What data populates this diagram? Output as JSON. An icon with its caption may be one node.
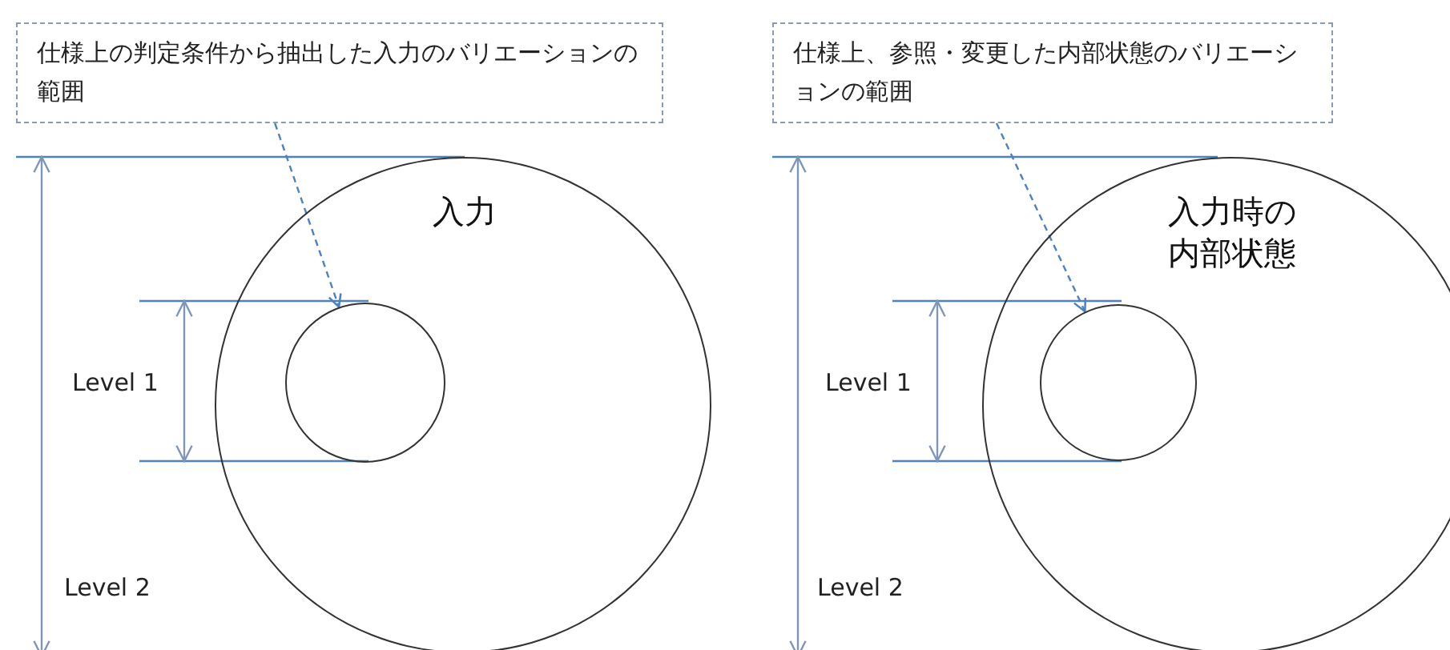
{
  "diagram": {
    "nodes": [
      {
        "text": [
          "仕様上の判定条件から抽出した入力のバリエーションの範囲"
        ]
      },
      {
        "text": [
          "入力"
        ]
      },
      {
        "text": [],
        "shape": "circle",
        "in": 1
      },
      {
        "text": [
          "仕様上、参照・変更した内部状態のバリエーションの範囲"
        ]
      },
      {
        "text": [
          "入力時の内部状態"
        ]
      },
      {
        "text": [],
        "shape": "circle",
        "in": 4
      }
    ],
    "edges": [
      {
        "from": 0,
        "to": 2,
        "arrow": "to",
        "style": "dashed"
      },
      {
        "from": 3,
        "to": 5,
        "arrow": "to",
        "style": "dashed"
      }
    ],
    "labels": [
      "Level 1",
      "Level 2",
      "Level 1",
      "Level 2"
    ]
  }
}
